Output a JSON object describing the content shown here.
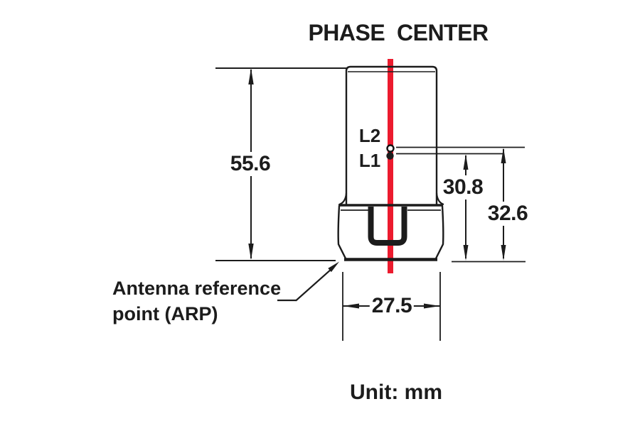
{
  "title": "PHASE  CENTER",
  "unit_label": "Unit: mm",
  "point_labels": {
    "l2": "L2",
    "l1": "L1"
  },
  "annotations": {
    "arp_line1": "Antenna reference",
    "arp_line2": "point (ARP)"
  },
  "dimensions": {
    "overall_height_mm": "55.6",
    "l1_phase_center_height_mm": "30.8",
    "l2_phase_center_height_mm": "32.6",
    "body_width_mm": "27.5"
  },
  "colors": {
    "phase_center_line": "#ec1b2e",
    "drawing_ink": "#1c1c1c",
    "background": "#ffffff"
  }
}
